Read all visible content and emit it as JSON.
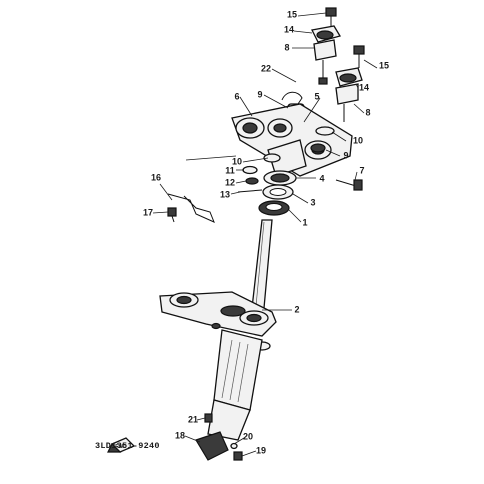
{
  "diagram": {
    "code": "3LD1351-9240",
    "badge": "FWD",
    "part_labels": [
      "1",
      "2",
      "3",
      "4",
      "5",
      "6",
      "7",
      "8",
      "8",
      "9",
      "9",
      "10",
      "10",
      "11",
      "12",
      "13",
      "14",
      "14",
      "15",
      "15",
      "16",
      "17",
      "18",
      "19",
      "20",
      "21",
      "22"
    ]
  }
}
